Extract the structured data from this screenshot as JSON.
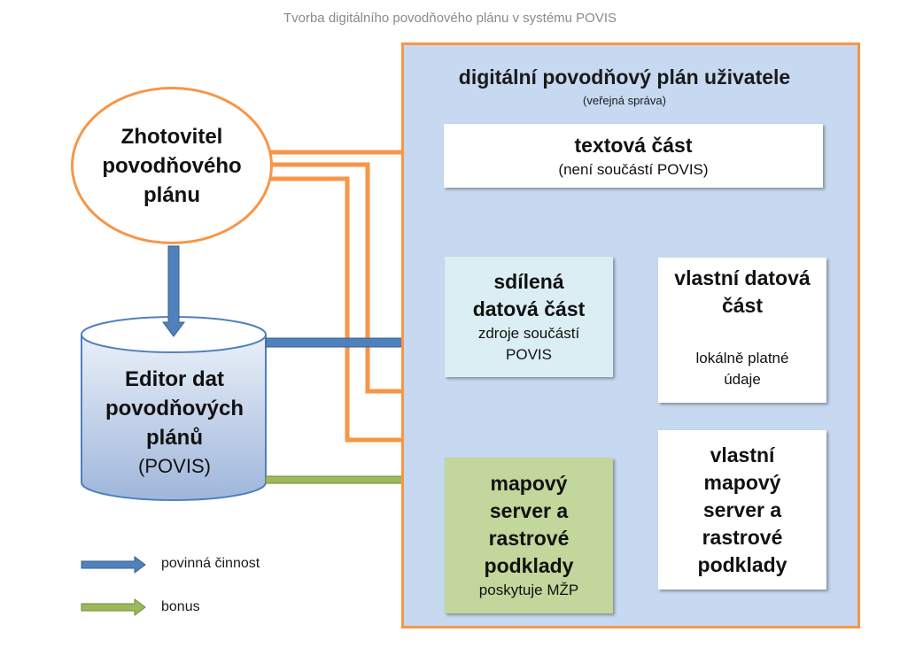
{
  "title": "Tvorba digitálního povodňového plánu v systému POVIS",
  "panel": {
    "title": "digitální povodňový plán uživatele",
    "subtitle": "(veřejná správa)"
  },
  "nodes": {
    "zhotovitel": [
      "Zhotovitel",
      "povodňového",
      "plánu"
    ],
    "editor": {
      "lines": [
        "Editor dat",
        "povodňových",
        "plánů"
      ],
      "sub": "(POVIS)"
    },
    "textova": {
      "title": "textová část",
      "sub": "(není součástí POVIS)"
    },
    "sdilena": {
      "lines": [
        "sdílená",
        "datová část"
      ],
      "sub": [
        "zdroje součástí",
        "POVIS"
      ]
    },
    "vlastni_datova": {
      "lines": [
        "vlastní datová",
        "část"
      ],
      "sub": [
        "lokálně platné",
        "údaje"
      ]
    },
    "mapovy": {
      "lines": [
        "mapový",
        "server a",
        "rastrové",
        "podklady"
      ],
      "sub": "poskytuje MŽP"
    },
    "vlastni_mapovy": {
      "lines": [
        "vlastní",
        "mapový",
        "server a",
        "rastrové",
        "podklady"
      ]
    }
  },
  "legend": [
    {
      "label": "povinná činnost",
      "color": "#4f81bd"
    },
    {
      "label": "bonus",
      "color": "#9bbb59"
    }
  ],
  "colors": {
    "orange": "#f79646",
    "blue_arrow": "#4f81bd",
    "green_arrow": "#9bbb59",
    "gray_arrow": "#7f7f7f",
    "panel_fill": "#c6d9f1"
  }
}
